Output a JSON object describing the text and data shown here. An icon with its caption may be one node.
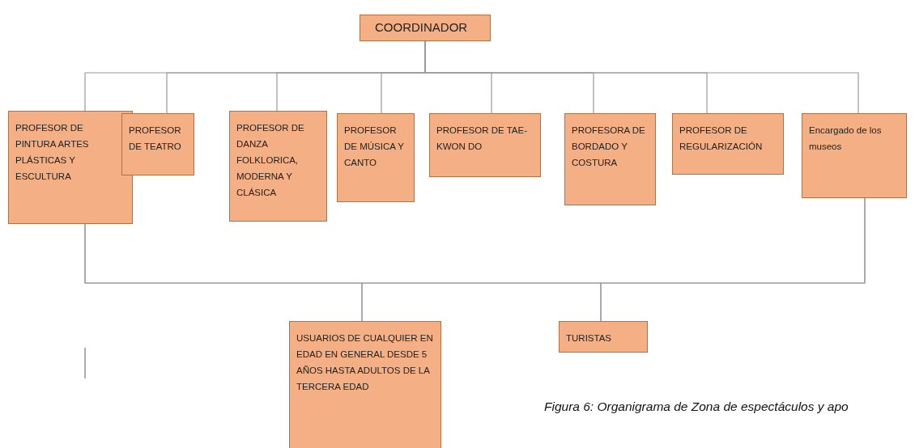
{
  "diagram": {
    "caption": "Figura 6: Organigrama de Zona de espectáculos y apo",
    "nodes": [
      {
        "text": [
          "COORDINADOR"
        ]
      },
      {
        "text": [
          "PROFESOR DE PINTURA ARTES PLÁSTICAS Y ESCULTURA"
        ]
      },
      {
        "text": [
          "PROFESOR DE TEATRO"
        ]
      },
      {
        "text": [
          "PROFESOR DE DANZA FOLKLORICA, MODERNA Y CLÁSICA"
        ]
      },
      {
        "text": [
          "PROFESOR DE MÚSICA Y CANTO"
        ]
      },
      {
        "text": [
          "PROFESOR DE TAE-KWON DO"
        ]
      },
      {
        "text": [
          "PROFESORA DE BORDADO Y COSTURA"
        ]
      },
      {
        "text": [
          "PROFESOR DE REGULARIZACIÓN"
        ]
      },
      {
        "text": [
          "Encargado de los museos"
        ]
      },
      {
        "text": [
          "USUARIOS DE CUALQUIER EN EDAD EN GENERAL DESDE 5 AÑOS HASTA ADULTOS DE LA TERCERA EDAD"
        ]
      },
      {
        "text": [
          "TURISTAS"
        ]
      }
    ],
    "edges": [
      {
        "from": 0,
        "to": 1,
        "arrow": "none"
      },
      {
        "from": 0,
        "to": 2,
        "arrow": "none"
      },
      {
        "from": 0,
        "to": 3,
        "arrow": "none"
      },
      {
        "from": 0,
        "to": 4,
        "arrow": "none"
      },
      {
        "from": 0,
        "to": 5,
        "arrow": "none"
      },
      {
        "from": 0,
        "to": 6,
        "arrow": "none"
      },
      {
        "from": 0,
        "to": 7,
        "arrow": "none"
      },
      {
        "from": 0,
        "to": 8,
        "arrow": "none"
      },
      {
        "from": 1,
        "to": 9,
        "arrow": "none"
      },
      {
        "from": 1,
        "to": 10,
        "arrow": "none"
      },
      {
        "from": 8,
        "to": 9,
        "arrow": "none"
      },
      {
        "from": 8,
        "to": 10,
        "arrow": "none"
      }
    ]
  }
}
